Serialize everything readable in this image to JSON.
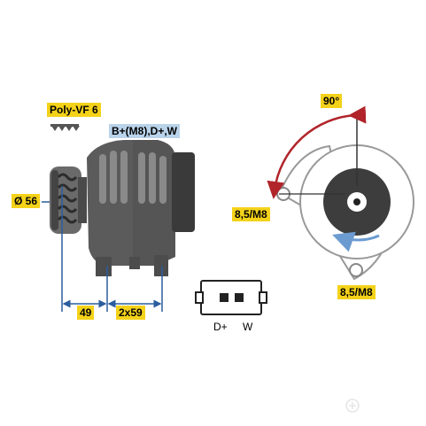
{
  "labels": {
    "pulley_type": "Poly-VF 6",
    "terminals": "B+(M8),D+,W",
    "pulley_diameter": "Ø 56",
    "dim_front": "49",
    "dim_mount": "2x59",
    "angle": "90°",
    "mount_left": "8,5/M8",
    "mount_bottom": "8,5/M8",
    "pin_left": "D+",
    "pin_right": "W"
  },
  "colors": {
    "label_fill": "#f4d21a",
    "terminal_fill": "#b9d3ea",
    "body": "#5a5a5a",
    "body_dark": "#333333",
    "angle_arrow": "#b0242a",
    "rotation_arrow": "#6b9bd1",
    "dimension_line": "#2b5d9e"
  },
  "icons": {
    "belt_icon": "v-ribbed-belt-icon"
  }
}
